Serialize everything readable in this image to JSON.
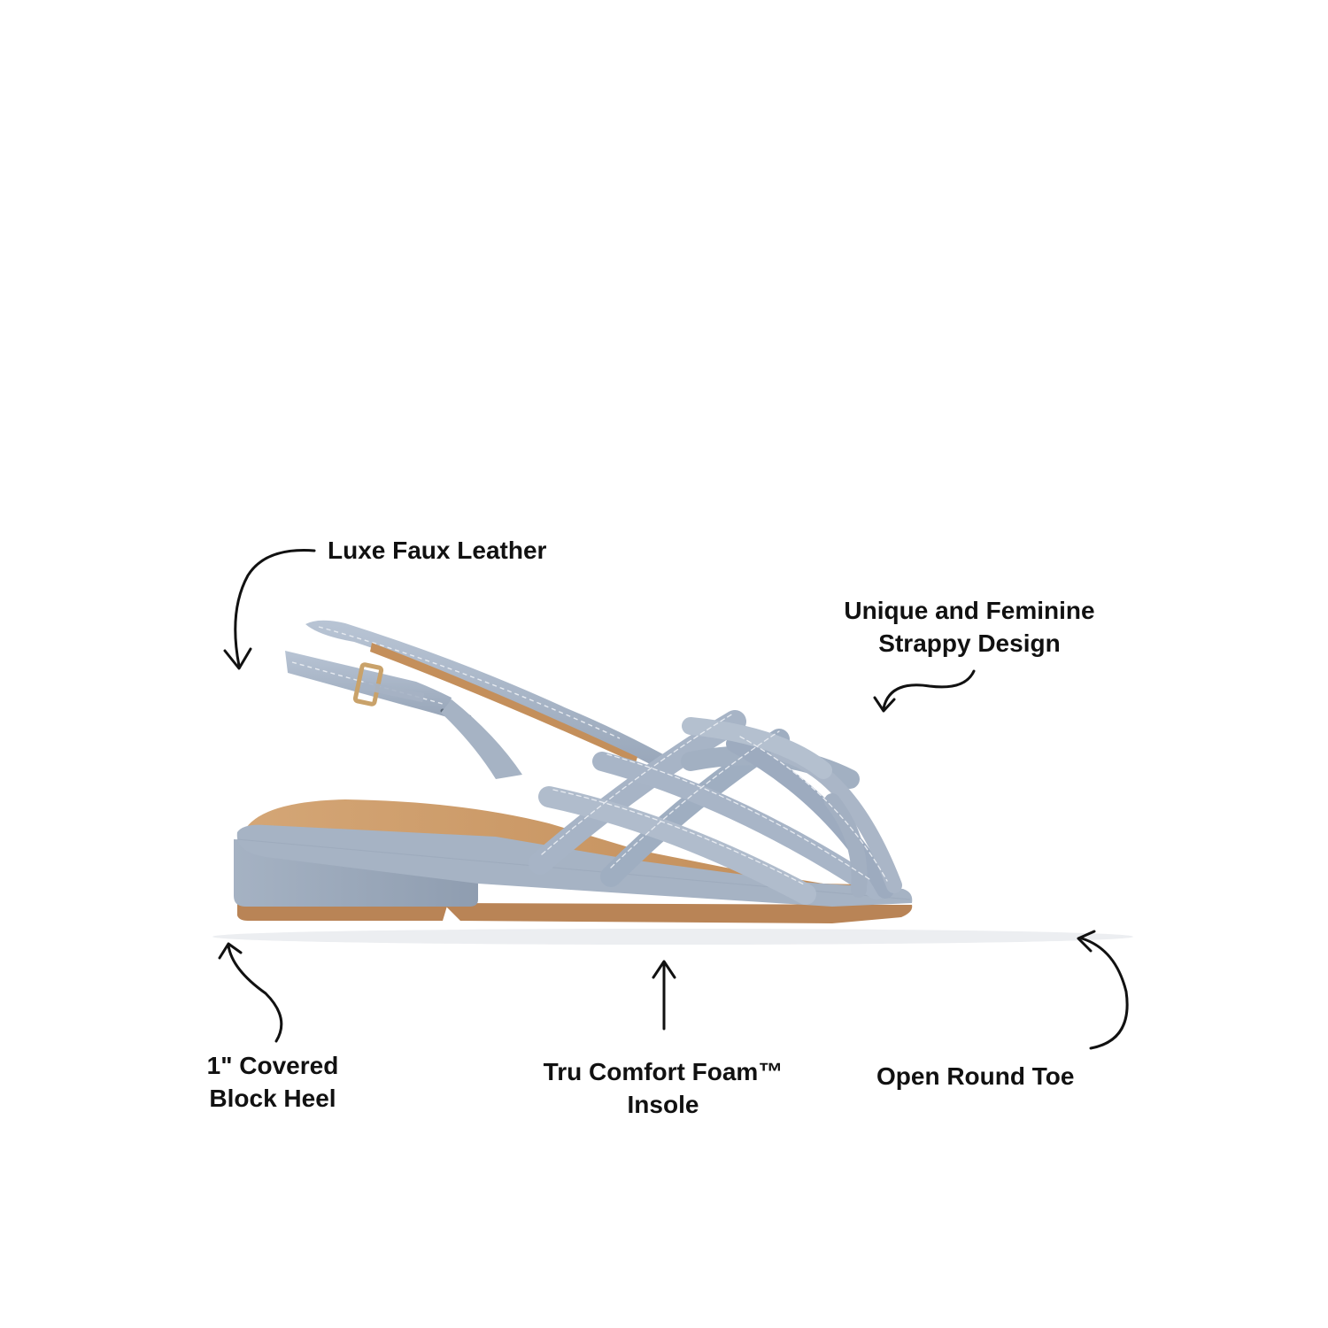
{
  "product": {
    "name": "strappy-slingback-sandal",
    "color": "#a9b6c7",
    "insole_color": "#c9955f",
    "sole_color": "#b98456",
    "buckle_color": "#c9a26a"
  },
  "callouts": {
    "leather": {
      "lines": [
        "Luxe Faux Leather"
      ]
    },
    "strappy": {
      "lines": [
        "Unique and Feminine",
        "Strappy Design"
      ]
    },
    "heel": {
      "lines": [
        "1\" Covered",
        "Block Heel"
      ]
    },
    "insole": {
      "lines": [
        "Tru Comfort Foam™",
        "Insole"
      ]
    },
    "toe": {
      "lines": [
        "Open Round Toe"
      ]
    }
  },
  "icons": {
    "arrow": "curved-hand-drawn-arrow"
  }
}
